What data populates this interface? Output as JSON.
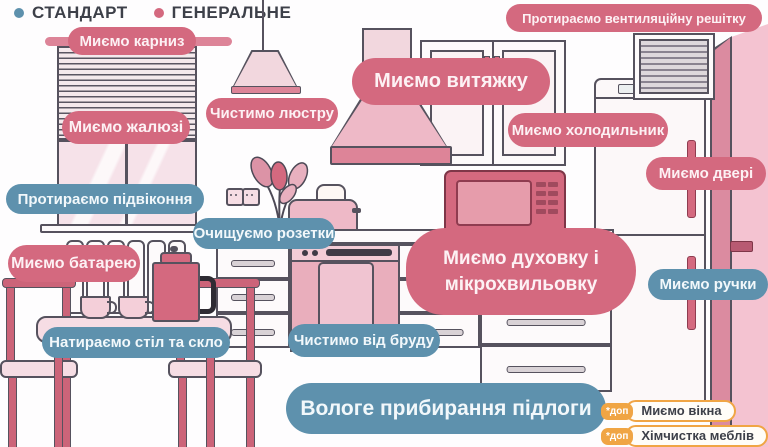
{
  "legend": {
    "standard": "СТАНДАРТ",
    "general": "ГЕНЕРАЛЬНЕ"
  },
  "labels": {
    "curtain": "Миємо карниз",
    "blinds": "Миємо жалюзі",
    "windowsill": "Протираємо підвіконня",
    "radiator": "Миємо батарею",
    "table": "Натираємо стіл та скло",
    "chandelier": "Чистимо люстру",
    "sockets": "Очищуємо розетки",
    "hood": "Миємо витяжку",
    "vent_grille": "Протираємо вентиляційну решітку",
    "fridge": "Миємо холодильник",
    "door": "Миємо двері",
    "handles": "Миємо ручки",
    "oven": "Миємо духовку і мікрохвильовку",
    "dirt": "Чистимо від бруду",
    "floor": "Вологе прибирання підлоги"
  },
  "addons": [
    {
      "badge": "*доп",
      "label": "Миємо вікна"
    },
    {
      "badge": "*доп",
      "label": "Хімчистка меблів"
    }
  ],
  "colors": {
    "standard_blue": "#5e91ad",
    "general_pink": "#d4697f",
    "addon_orange": "#f0a544",
    "outline": "#56525e"
  }
}
